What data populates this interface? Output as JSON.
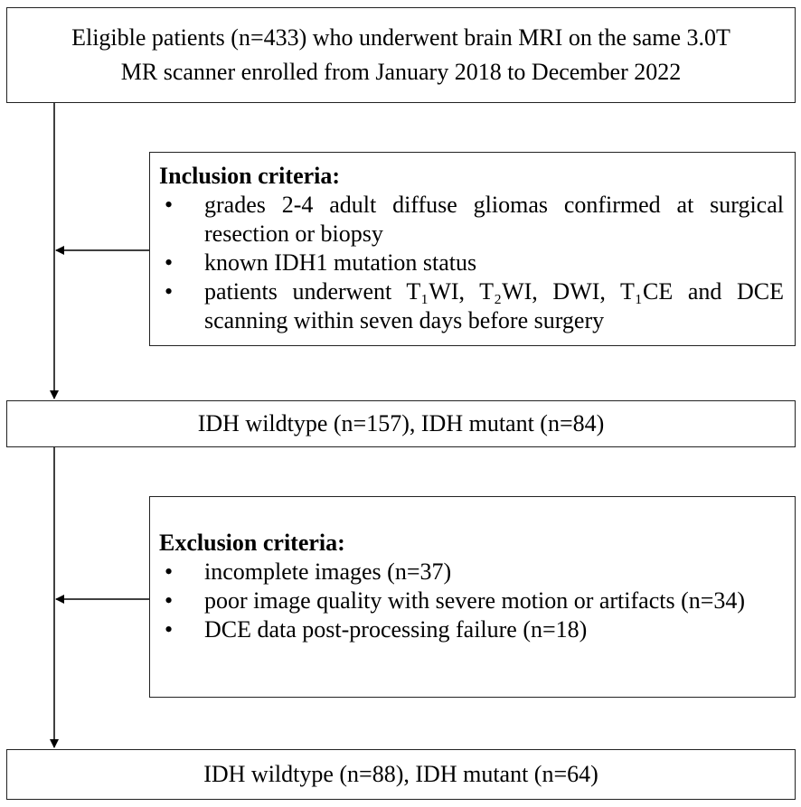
{
  "eligible": {
    "line1": "Eligible patients (n=433) who underwent brain MRI on the same 3.0T",
    "line2": "MR scanner enrolled from January 2018 to December 2022"
  },
  "inclusion": {
    "title": "Inclusion criteria:",
    "items": [
      "grades 2-4 adult diffuse gliomas confirmed at surgical resection or biopsy",
      "known IDH1 mutation status",
      "patients underwent T₁WI, T₂WI, DWI, T₁CE and DCE scanning within seven days before surgery"
    ]
  },
  "result1": "IDH wildtype (n=157), IDH mutant (n=84)",
  "exclusion": {
    "title": "Exclusion criteria:",
    "items": [
      "incomplete images (n=37)",
      "poor image quality with severe motion or artifacts (n=34)",
      "DCE data post-processing failure (n=18)"
    ]
  },
  "result2": "IDH wildtype (n=88), IDH mutant (n=64)",
  "bullet": "•"
}
